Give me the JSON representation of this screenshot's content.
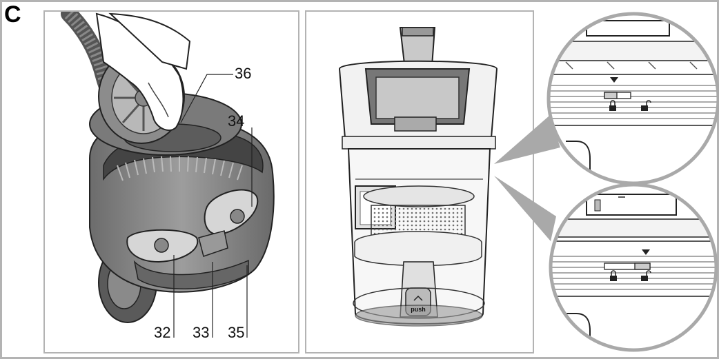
{
  "figure": {
    "section_letter": "C",
    "left_panel": {
      "callouts": [
        "36",
        "34",
        "32",
        "33",
        "35"
      ]
    },
    "right_panel": {
      "push_label": "push"
    }
  }
}
